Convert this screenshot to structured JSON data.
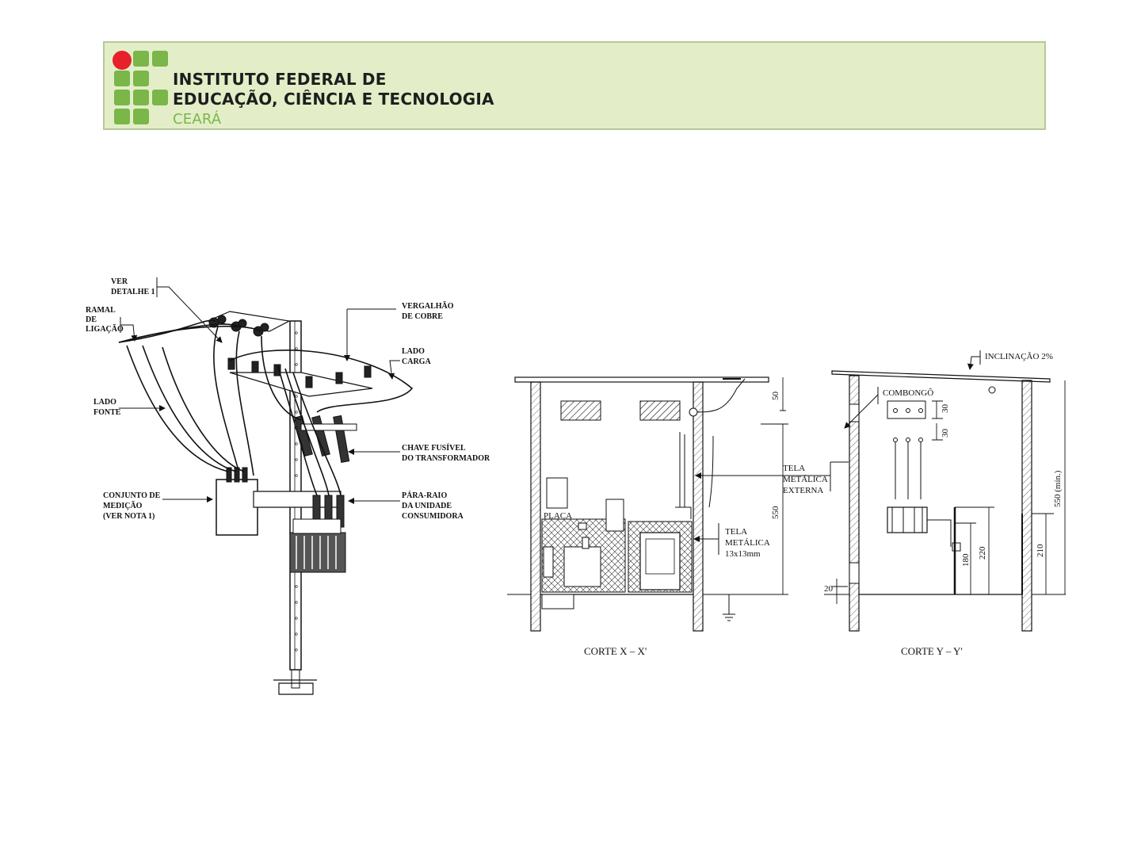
{
  "header": {
    "line1": "INSTITUTO FEDERAL DE",
    "line2": "EDUCAÇÃO, CIÊNCIA E TECNOLOGIA",
    "line3": "CEARÁ"
  },
  "pole": {
    "ver_detalhe_1": "VER",
    "ver_detalhe_2": "DETALHE 1",
    "ramal_1": "RAMAL",
    "ramal_2": "DE",
    "ramal_3": "LIGAÇÃO",
    "vergalhao_1": "VERGALHÃO",
    "vergalhao_2": "DE COBRE",
    "lado_carga_1": "LADO",
    "lado_carga_2": "CARGA",
    "lado_fonte_1": "LADO",
    "lado_fonte_2": "FONTE",
    "chave_1": "CHAVE FUSÍVEL",
    "chave_2": "DO TRANSFORMADOR",
    "conjunto_1": "CONJUNTO DE",
    "conjunto_2": "MEDIÇÃO",
    "conjunto_3": "(VER NOTA 1)",
    "pararaio_1": "PÁRA-RAIO",
    "pararaio_2": "DA UNIDADE",
    "pararaio_3": "CONSUMIDORA"
  },
  "corte_x": {
    "caption": "CORTE X – X'",
    "placa": "PLACA",
    "dim_50": "50",
    "dim_550": "550",
    "tela_ext_1": "TELA",
    "tela_ext_2": "METÁLICA",
    "tela_ext_3": "EXTERNA",
    "tela_1": "TELA",
    "tela_2": "METÁLICA",
    "tela_3": "13x13mm"
  },
  "corte_y": {
    "caption": "CORTE Y – Y'",
    "inclinacao": "INCLINAÇÃO 2%",
    "combongo": "COMBONGÔ",
    "dim_30a": "30",
    "dim_30b": "30",
    "dim_550": "550 (mín.)",
    "dim_220": "220",
    "dim_180": "180",
    "dim_210": "210",
    "dim_20": "20"
  }
}
